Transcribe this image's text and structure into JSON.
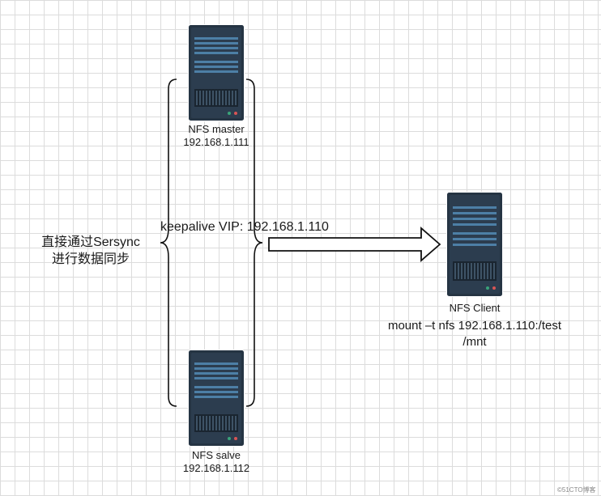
{
  "servers": {
    "master": {
      "name": "NFS master",
      "ip": "192.168.1.111"
    },
    "slave": {
      "name": "NFS salve",
      "ip": "192.168.1.112"
    },
    "client": {
      "name": "NFS Client",
      "mount_line1": "mount –t nfs 192.168.1.110:/test",
      "mount_line2": "/mnt"
    }
  },
  "sync": {
    "line1": "直接通过Sersync",
    "line2": "进行数据同步"
  },
  "vip": {
    "text": "keepalive VIP: 192.168.1.110"
  },
  "watermark": {
    "text": "©51CTO博客"
  },
  "colors": {
    "server_body": "#253443",
    "server_bars": "#4d7fa6",
    "led_green": "#3aa37a",
    "led_red": "#d95555",
    "grid": "#dcdcdc"
  }
}
